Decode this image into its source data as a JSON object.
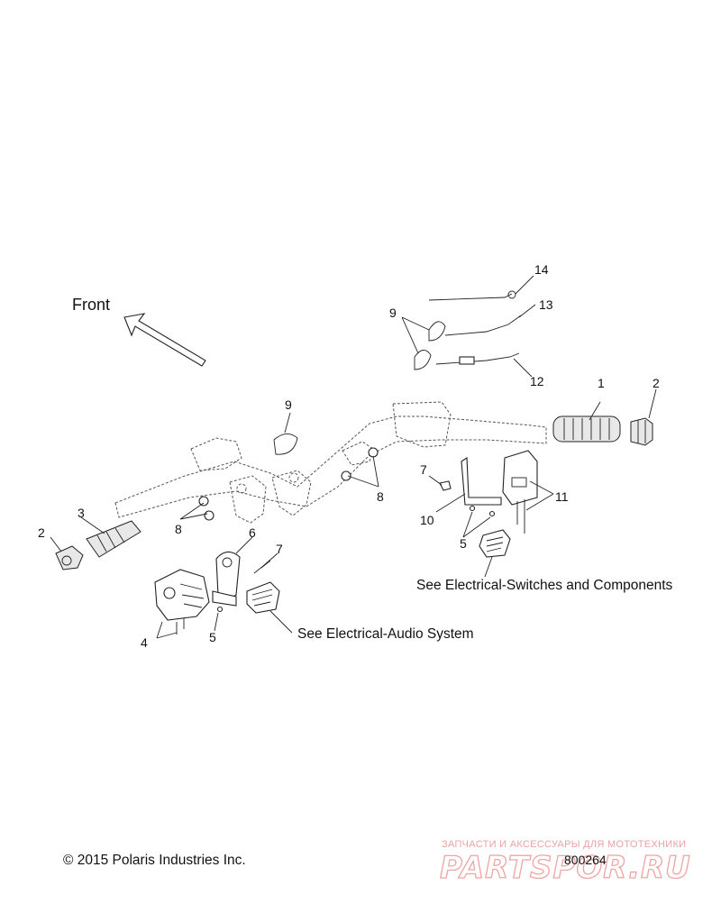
{
  "diagram": {
    "direction_label": "Front",
    "callouts": [
      "1",
      "2",
      "2",
      "3",
      "4",
      "5",
      "5",
      "6",
      "7",
      "7",
      "8",
      "8",
      "9",
      "9",
      "10",
      "11",
      "12",
      "13",
      "14"
    ],
    "references": {
      "switches": "See Electrical-Switches and Components",
      "audio": "See Electrical-Audio System"
    },
    "copyright": "© 2015 Polaris Industries Inc.",
    "figure_number": "800264"
  },
  "watermark": {
    "tagline": "ЗАПЧАСТИ И АКСЕССУАРЫ ДЛЯ МОТОТЕХНИКИ",
    "brand": "PARTSPOR.RU",
    "color": "#f0a4a4"
  }
}
